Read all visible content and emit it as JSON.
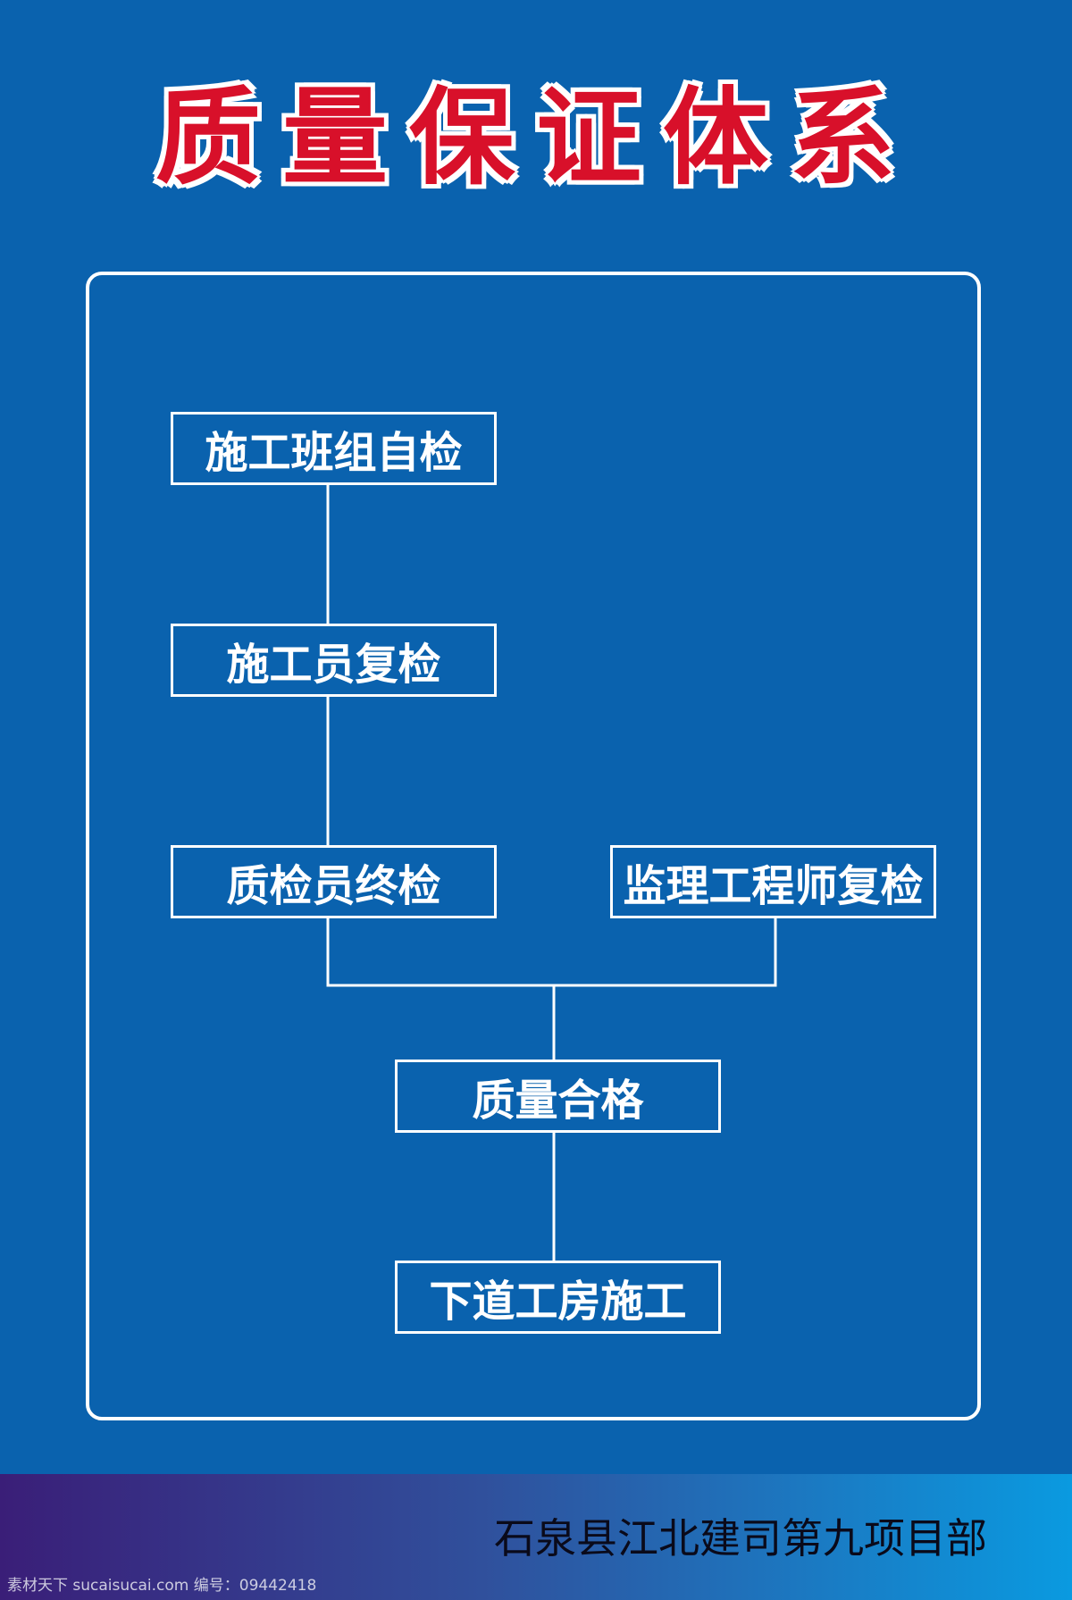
{
  "title": "质量保证体系",
  "nodes": {
    "team_self_check": "施工班组自检",
    "constructor_recheck": "施工员复检",
    "inspector_final_check": "质检员终检",
    "supervisor_recheck": "监理工程师复检",
    "quality_qualified": "质量合格",
    "next_procedure": "下道工房施工"
  },
  "footer": {
    "organization": "石泉县江北建司第九项目部"
  },
  "watermark": {
    "text": "素材天下 sucaisucai.com    编号：09442418"
  },
  "colors": {
    "background": "#0a62ae",
    "title": "#d8102a",
    "lines": "#ffffff"
  }
}
